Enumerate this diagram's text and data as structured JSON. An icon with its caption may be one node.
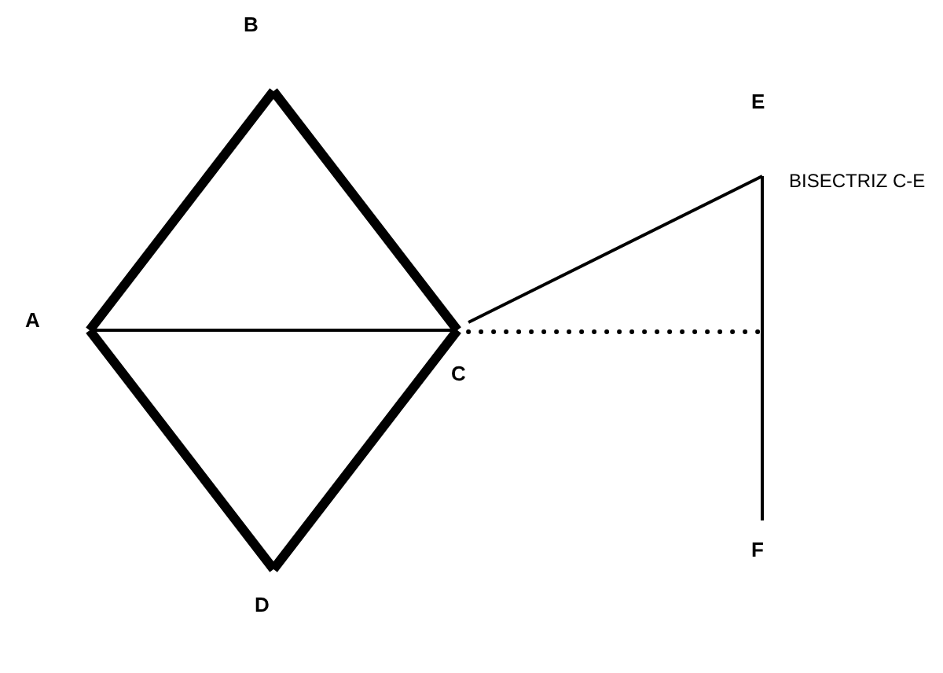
{
  "diagram": {
    "nodes": [
      {
        "text": [
          "A"
        ]
      },
      {
        "text": [
          "B"
        ]
      },
      {
        "text": [
          "C"
        ]
      },
      {
        "text": [
          "D"
        ]
      },
      {
        "text": [
          "E"
        ]
      },
      {
        "text": [
          "F"
        ]
      }
    ],
    "edges": [
      {
        "from": 0,
        "to": 1,
        "arrow": "none",
        "style": "thick"
      },
      {
        "from": 1,
        "to": 2,
        "arrow": "none",
        "style": "thick"
      },
      {
        "from": 2,
        "to": 3,
        "arrow": "none",
        "style": "thick"
      },
      {
        "from": 3,
        "to": 0,
        "arrow": "none",
        "style": "thick"
      },
      {
        "from": 0,
        "to": 2,
        "arrow": "none"
      },
      {
        "from": 2,
        "to": 4,
        "arrow": "none"
      },
      {
        "from": 2,
        "to": null,
        "arrow": "none",
        "style": "dashed"
      },
      {
        "from": 4,
        "to": 5,
        "arrow": "none"
      }
    ],
    "labels": [
      "BISECTRIZ C-E"
    ]
  }
}
